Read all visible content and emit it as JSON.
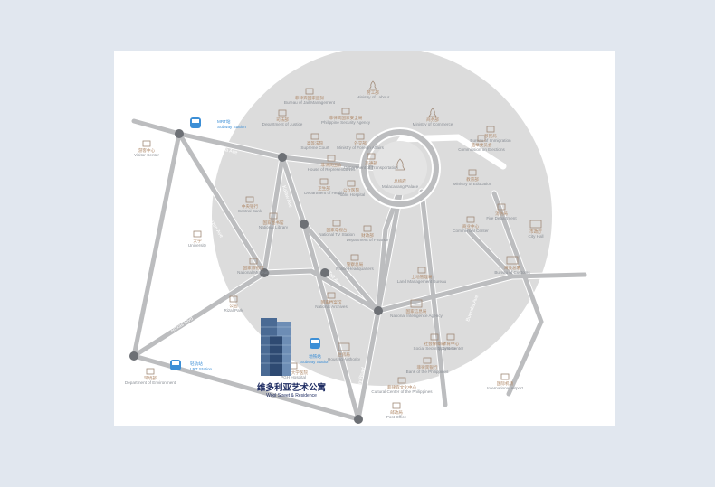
{
  "map": {
    "title_zh": "维多利亚艺术公寓",
    "title_en": "Wool Street & Residence",
    "roads": [
      "Manila Ave",
      "Quezon Ave",
      "Kalaw Ave",
      "Roxas Blvd",
      "Taft Ave",
      "Pasay Road",
      "Buendia Ave"
    ],
    "stations": [
      {
        "name_zh": "MRT站",
        "name_en": "Subway Station"
      },
      {
        "name_zh": "轻轨站",
        "name_en": "LRT Station"
      },
      {
        "name_zh": "地铁站",
        "name_en": "Subway Station"
      }
    ],
    "pois": [
      {
        "zh": "菲律宾国家监狱",
        "en": "Bureau of Jail Management"
      },
      {
        "zh": "菲律宾国家安全局",
        "en": "Philippine Security Agency"
      },
      {
        "zh": "司法部",
        "en": "Department of Justice"
      },
      {
        "zh": "高等法院",
        "en": "Supreme Court"
      },
      {
        "zh": "外交部",
        "en": "Ministry of Foreign Affairs"
      },
      {
        "zh": "劳工部",
        "en": "Ministry of Labour"
      },
      {
        "zh": "商务部",
        "en": "Ministry of Commerce"
      },
      {
        "zh": "总统府",
        "en": "Malacanang Palace"
      },
      {
        "zh": "菲律宾国会",
        "en": "House of Representatives"
      },
      {
        "zh": "移民局",
        "en": "Bureau of Immigration"
      },
      {
        "zh": "卫生部",
        "en": "Department of Health"
      },
      {
        "zh": "公立医院",
        "en": "Public Hospital"
      },
      {
        "zh": "教育部",
        "en": "Ministry of Education"
      },
      {
        "zh": "中央银行",
        "en": "Central Bank"
      },
      {
        "zh": "国家图书馆",
        "en": "National Library"
      },
      {
        "zh": "财政部",
        "en": "Department of Finance"
      },
      {
        "zh": "警察总局",
        "en": "Police Headquarters"
      },
      {
        "zh": "国家信息局",
        "en": "National Intelligence Agency"
      },
      {
        "zh": "社会保障局",
        "en": "Social Security System"
      },
      {
        "zh": "商业中心",
        "en": "Commercial Center"
      },
      {
        "zh": "市政厅",
        "en": "City Hall"
      },
      {
        "zh": "海关总署",
        "en": "Bureau of Customs"
      },
      {
        "zh": "土地管理局",
        "en": "Land Management Bureau"
      },
      {
        "zh": "国家档案馆",
        "en": "National Archives"
      },
      {
        "zh": "住房局",
        "en": "Housing Authority"
      },
      {
        "zh": "国家博物馆",
        "en": "National Museum"
      },
      {
        "zh": "公园",
        "en": "Rizal Park"
      },
      {
        "zh": "大学",
        "en": "University"
      },
      {
        "zh": "游客中心",
        "en": "Visitor Center"
      },
      {
        "zh": "选举委员会",
        "en": "Commission on Elections"
      },
      {
        "zh": "菲律宾银行",
        "en": "Bank of the Philippines"
      },
      {
        "zh": "交通部",
        "en": "Department of Transportation"
      },
      {
        "zh": "消防局",
        "en": "Fire Department"
      },
      {
        "zh": "体育中心",
        "en": "Sports Center"
      },
      {
        "zh": "国家电视台",
        "en": "National TV Station"
      },
      {
        "zh": "菲律宾大学医院",
        "en": "PGH Hospital"
      },
      {
        "zh": "国际机场",
        "en": "International Airport"
      },
      {
        "zh": "邮政局",
        "en": "Post Office"
      },
      {
        "zh": "菲律宾文化中心",
        "en": "Cultural Center of the Philippines"
      },
      {
        "zh": "环境部",
        "en": "Department of Environment"
      }
    ]
  }
}
